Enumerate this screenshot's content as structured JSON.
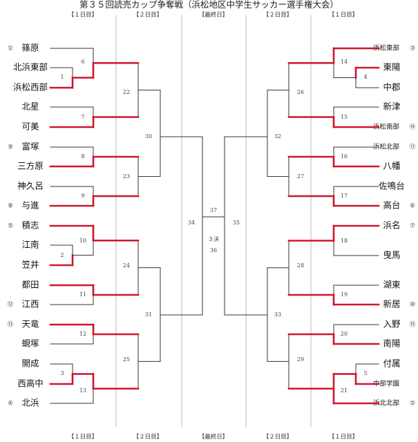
{
  "title": "第３５回読売カップ争奪戦（浜松地区中学生サッカー選手権大会）",
  "day_labels": [
    "【１日目】",
    "【２日目】",
    "【最終日】",
    "【２日目】",
    "【１日目】"
  ],
  "colors": {
    "winner_line": "#d0142c",
    "line": "#333333",
    "divider": "#aaaaaa"
  },
  "left_teams": [
    {
      "name": "篠原",
      "seed": "①"
    },
    {
      "name": "北浜東部",
      "seed": ""
    },
    {
      "name": "浜松西部",
      "seed": ""
    },
    {
      "name": "北星",
      "seed": ""
    },
    {
      "name": "可美",
      "seed": ""
    },
    {
      "name": "富塚",
      "seed": "⑨"
    },
    {
      "name": "三方原",
      "seed": ""
    },
    {
      "name": "神久呂",
      "seed": ""
    },
    {
      "name": "与進",
      "seed": "⑧"
    },
    {
      "name": "積志",
      "seed": "⑤"
    },
    {
      "name": "江南",
      "seed": ""
    },
    {
      "name": "笠井",
      "seed": ""
    },
    {
      "name": "都田",
      "seed": ""
    },
    {
      "name": "江西",
      "seed": "⑫"
    },
    {
      "name": "天竜",
      "seed": "⑬"
    },
    {
      "name": "蜆塚",
      "seed": ""
    },
    {
      "name": "開成",
      "seed": ""
    },
    {
      "name": "西高中",
      "seed": ""
    },
    {
      "name": "北浜",
      "seed": "④"
    }
  ],
  "right_teams": [
    {
      "name": "浜松東部",
      "seed": "③"
    },
    {
      "name": "東陽",
      "seed": ""
    },
    {
      "name": "中郡",
      "seed": ""
    },
    {
      "name": "新津",
      "seed": ""
    },
    {
      "name": "浜松南部",
      "seed": "⑭"
    },
    {
      "name": "浜松北部",
      "seed": "⑪"
    },
    {
      "name": "八幡",
      "seed": ""
    },
    {
      "name": "佐鳴台",
      "seed": ""
    },
    {
      "name": "高台",
      "seed": "⑥"
    },
    {
      "name": "浜名",
      "seed": "⑦"
    },
    {
      "name": "曳馬",
      "seed": ""
    },
    {
      "name": "湖東",
      "seed": ""
    },
    {
      "name": "新居",
      "seed": "⑩"
    },
    {
      "name": "入野",
      "seed": "⑮"
    },
    {
      "name": "南陽",
      "seed": ""
    },
    {
      "name": "付属",
      "seed": ""
    },
    {
      "name": "中部学園",
      "seed": ""
    },
    {
      "name": "浜北北部",
      "seed": "②"
    }
  ],
  "match_numbers": {
    "m1": "1",
    "m2": "2",
    "m3": "3",
    "m4": "4",
    "m5": "5",
    "m6": "6",
    "m7": "7",
    "m8": "8",
    "m9": "9",
    "m10": "10",
    "m11": "11",
    "m12": "12",
    "m13": "13",
    "m14": "14",
    "m15": "15",
    "m16": "16",
    "m17": "17",
    "m18": "18",
    "m19": "19",
    "m20": "20",
    "m21": "21",
    "m22": "22",
    "m23": "23",
    "m24": "24",
    "m25": "25",
    "m26": "26",
    "m27": "27",
    "m28": "28",
    "m29": "29",
    "m30": "30",
    "m31": "31",
    "m32": "32",
    "m33": "33",
    "m34": "34",
    "m35": "35",
    "m36": "36",
    "m37": "37"
  },
  "third_place_label": "３決"
}
